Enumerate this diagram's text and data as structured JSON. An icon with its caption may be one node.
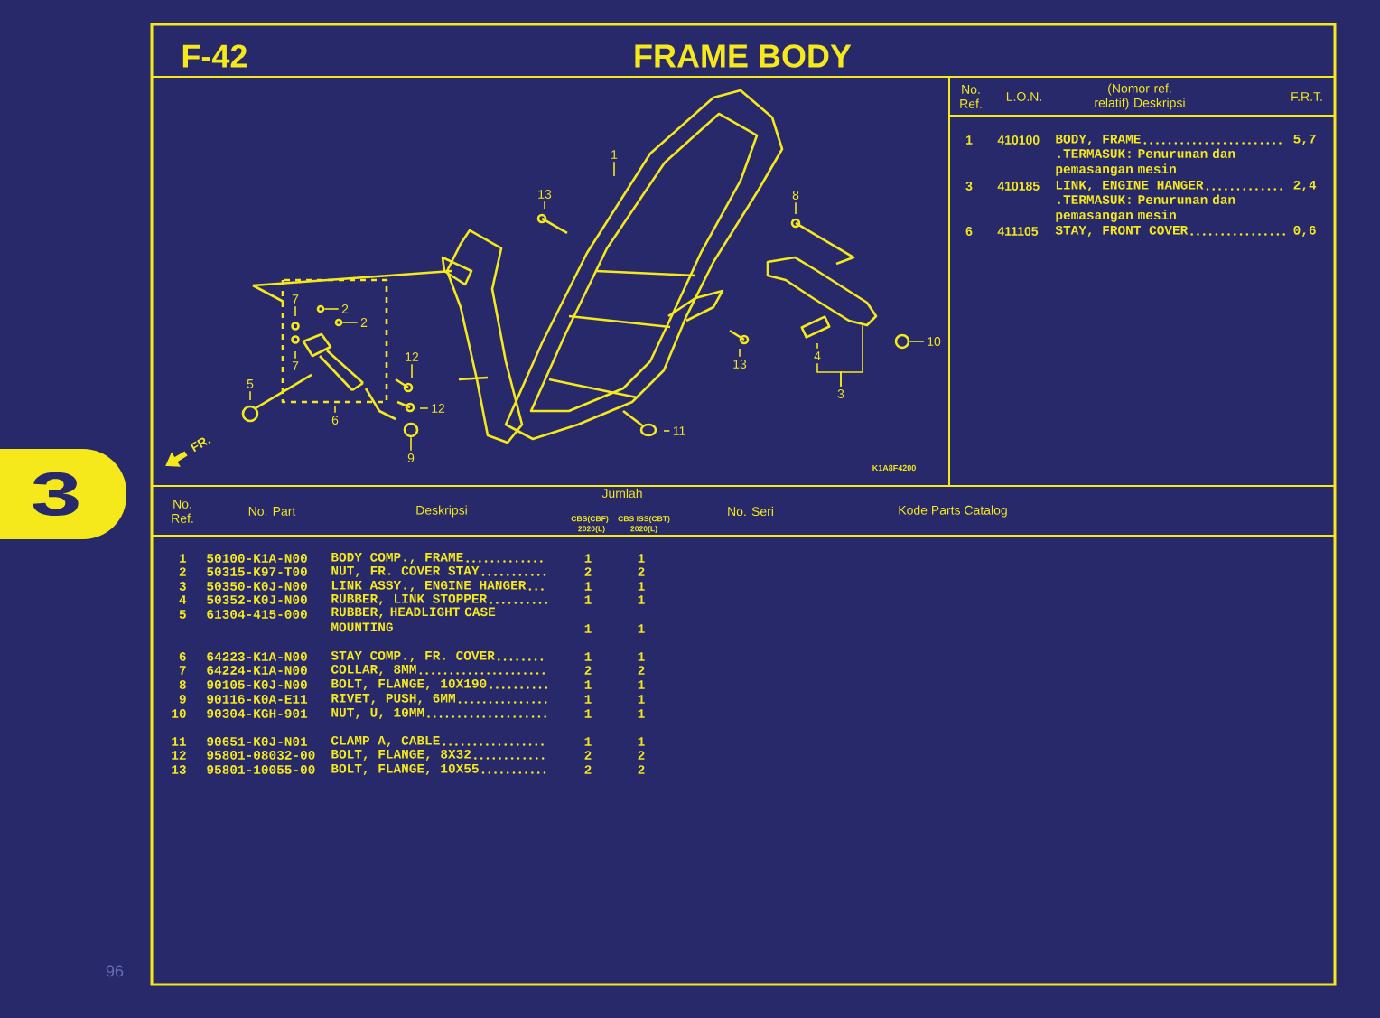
{
  "diagram": {
    "title": "FRAME BODY",
    "nodes": [
      {
        "text": [
          "1"
        ]
      },
      {
        "text": [
          "13"
        ]
      },
      {
        "text": [
          "8"
        ]
      },
      {
        "text": [
          "7"
        ]
      },
      {
        "text": [
          "2"
        ]
      },
      {
        "text": [
          "2"
        ]
      },
      {
        "text": [
          "7"
        ]
      },
      {
        "text": [
          "12"
        ]
      },
      {
        "text": [
          "12"
        ]
      },
      {
        "text": [
          "5"
        ]
      },
      {
        "text": [
          "6"
        ]
      },
      {
        "text": [
          "9"
        ]
      },
      {
        "text": [
          "13"
        ]
      },
      {
        "text": [
          "10"
        ]
      },
      {
        "text": [
          "4"
        ]
      },
      {
        "text": [
          "3"
        ]
      },
      {
        "text": [
          "11"
        ]
      },
      {
        "text": [],
        "shape": "circle"
      },
      {
        "text": [],
        "shape": "circle"
      },
      {
        "text": [],
        "shape": "circle"
      },
      {
        "text": [],
        "shape": "circle"
      },
      {
        "text": [],
        "shape": "picture"
      }
    ],
    "edges": [
      {
        "from": 0,
        "to": null,
        "arrow": "none"
      },
      {
        "from": 1,
        "to": null,
        "arrow": "none"
      },
      {
        "from": 2,
        "to": null,
        "arrow": "none"
      },
      {
        "from": 3,
        "to": null,
        "arrow": "none"
      },
      {
        "from": 4,
        "to": 17,
        "arrow": "none"
      },
      {
        "from": 5,
        "to": 18,
        "arrow": "none"
      },
      {
        "from": 6,
        "to": null,
        "arrow": "none"
      },
      {
        "from": 7,
        "to": null,
        "arrow": "none"
      },
      {
        "from": 8,
        "to": null,
        "arrow": "none"
      },
      {
        "from": 9,
        "to": null,
        "arrow": "none"
      },
      {
        "from": 10,
        "to": null,
        "arrow": "none"
      },
      {
        "from": 11,
        "to": 19,
        "arrow": "none"
      },
      {
        "from": 12,
        "to": null,
        "arrow": "none"
      },
      {
        "from": 13,
        "to": 20,
        "arrow": "none"
      },
      {
        "from": 14,
        "to": null,
        "arrow": "none"
      },
      {
        "from": 15,
        "to": 21,
        "arrow": "none"
      },
      {
        "from": 16,
        "to": null,
        "arrow": "none"
      },
      {
        "from": 15,
        "to": 14,
        "arrow": "none"
      }
    ],
    "labels": [
      "F-42",
      "3",
      "No. Ref.",
      "L.O.N.",
      "(Nomor ref. relatif) Deskripsi",
      "F.R.T.",
      "1",
      "410100",
      "BODY, FRAME",
      "5,7",
      ".TERMASUK: Penurunan dan pemasangan mesin",
      "3",
      "410185",
      "LINK, ENGINE HANGER",
      "2,4",
      ".TERMASUK: Penurunan dan pemasangan mesin",
      "6",
      "411105",
      "STAY, FRONT COVER",
      "0,6",
      "FR.",
      "K1A8F4200",
      "No. Ref.",
      "No. Part",
      "Deskripsi",
      "Jumlah",
      "CBS(CBF)",
      "CBS ISS(CBT)",
      "2020(L)",
      "2020(L)",
      "No. Seri",
      "Kode Parts Catalog",
      "1",
      "50100-K1A-N00",
      "BODY COMP., FRAME",
      "1",
      "1",
      "2",
      "50315-K97-T00",
      "NUT, FR. COVER STAY",
      "2",
      "2",
      "3",
      "50350-K0J-N00",
      "LINK ASSY., ENGINE HANGER",
      "1",
      "1",
      "4",
      "50352-K0J-N00",
      "RUBBER, LINK STOPPER",
      "1",
      "1",
      "5",
      "61304-415-000",
      "RUBBER, HEADLIGHT CASE MOUNTING",
      "1",
      "1",
      "6",
      "64223-K1A-N00",
      "STAY COMP., FR. COVER",
      "1",
      "1",
      "7",
      "64224-K1A-N00",
      "COLLAR, 8MM",
      "2",
      "2",
      "8",
      "90105-K0J-N00",
      "BOLT, FLANGE, 10X190",
      "1",
      "1",
      "9",
      "90116-K0A-E11",
      "RIVET, PUSH, 6MM",
      "1",
      "1",
      "10",
      "90304-KGH-901",
      "NUT, U, 10MM",
      "1",
      "1",
      "11",
      "90651-K0J-N01",
      "CLAMP A, CABLE",
      "1",
      "1",
      "12",
      "95801-08032-00",
      "BOLT, FLANGE, 8X32",
      "2",
      "2",
      "13",
      "95801-10055-00",
      "BOLT, FLANGE, 10X55",
      "2",
      "2",
      "96"
    ]
  }
}
